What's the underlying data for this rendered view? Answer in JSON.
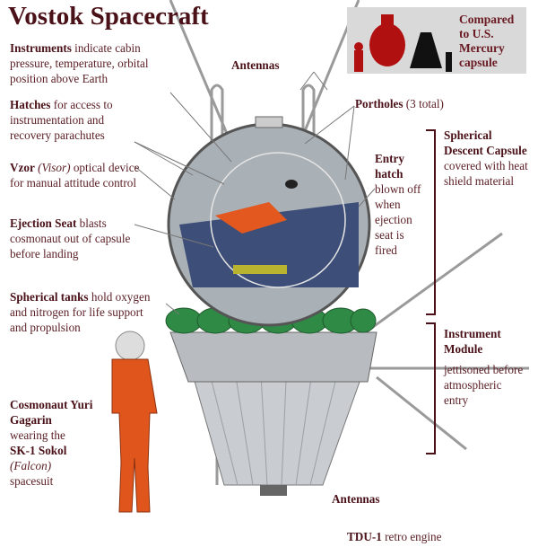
{
  "title": "Vostok Spacecraft",
  "comparison": {
    "text": [
      "Compared",
      "to U.S.",
      "Mercury",
      "capsule"
    ]
  },
  "labels": {
    "instruments": {
      "bold": "Instruments",
      "rest": " indicate cabin pressure, temperature, orbital position above Earth"
    },
    "hatches": {
      "bold": "Hatches",
      "rest": " for access to instrumentation and recovery parachutes"
    },
    "vzor": {
      "bold": "Vzor",
      "italic": "(Visor)",
      "rest": " optical device for manual attitude control"
    },
    "ejection": {
      "bold": "Ejection Seat",
      "rest": " blasts cosmonaut out of capsule before landing"
    },
    "tanks": {
      "bold": "Spherical tanks",
      "rest": " hold oxygen and nitrogen for life support and propulsion"
    },
    "cosmonaut": {
      "bold1": "Cosmonaut Yuri Gagarin",
      "mid": "wearing the",
      "bold2": "SK-1 Sokol",
      "italic": "(Falcon)",
      "rest": "spacesuit"
    },
    "antennas_top": "Antennas",
    "portholes": {
      "bold": "Portholes",
      "rest": "(3 total)"
    },
    "entry_hatch": {
      "bold": "Entry hatch",
      "rest": "blown off when ejection seat is fired"
    },
    "descent": {
      "bold": "Spherical Descent Capsule",
      "rest": "covered with heat shield material"
    },
    "module": {
      "bold": "Instrument Module",
      "rest": "jettisoned before atmospheric entry"
    },
    "antennas_bottom": "Antennas",
    "engine": {
      "bold": "TDU-1",
      "rest": " retro engine"
    }
  }
}
